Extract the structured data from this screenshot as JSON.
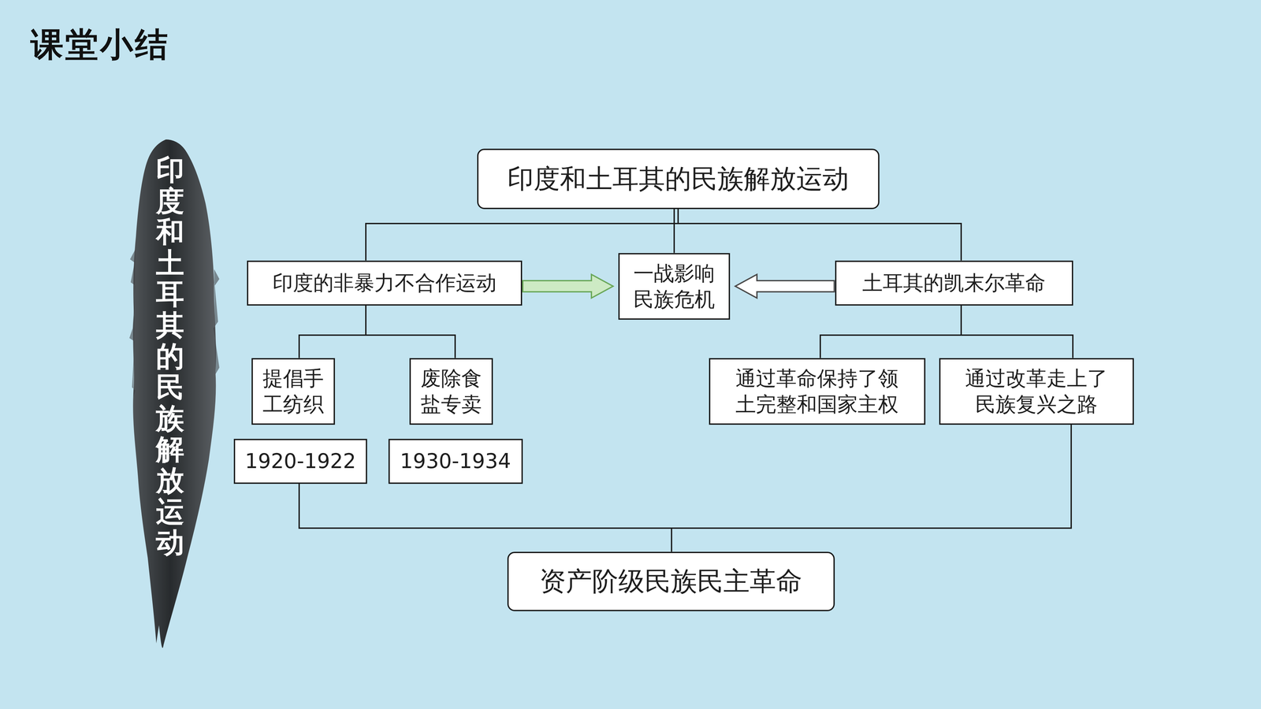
{
  "diagram": {
    "title": "课堂小结",
    "nodes": [
      {
        "text": [
          "印度和土耳其的民族解放运动"
        ]
      },
      {
        "text": [
          "印度的非暴力不合作运动"
        ]
      },
      {
        "text": [
          "一战影响 民族危机"
        ]
      },
      {
        "text": [
          "土耳其的凯末尔革命"
        ]
      },
      {
        "text": [
          "提倡手 工纺织"
        ]
      },
      {
        "text": [
          "废除食 盐专卖"
        ]
      },
      {
        "text": [
          "通过革命保持了领 土完整和国家主权"
        ]
      },
      {
        "text": [
          "通过改革走上了 民族复兴之路"
        ]
      },
      {
        "text": [
          "1920-1922"
        ]
      },
      {
        "text": [
          "1930-1934"
        ]
      },
      {
        "text": [
          "资产阶级民族民主革命"
        ]
      }
    ],
    "edges": [
      {
        "from": 0,
        "to": 1,
        "arrow": "none"
      },
      {
        "from": 0,
        "to": 2,
        "arrow": "none"
      },
      {
        "from": 0,
        "to": 3,
        "arrow": "none"
      },
      {
        "from": 1,
        "to": 2,
        "arrow": "to"
      },
      {
        "from": 3,
        "to": 2,
        "arrow": "to"
      },
      {
        "from": 1,
        "to": 4,
        "arrow": "none"
      },
      {
        "from": 1,
        "to": 5,
        "arrow": "none"
      },
      {
        "from": 3,
        "to": 6,
        "arrow": "none"
      },
      {
        "from": 3,
        "to": 7,
        "arrow": "none"
      },
      {
        "from": 8,
        "to": 10,
        "arrow": "none"
      },
      {
        "from": 7,
        "to": 10,
        "arrow": "none"
      }
    ],
    "labels": [
      "印度和土耳其的民族解放运动"
    ]
  }
}
